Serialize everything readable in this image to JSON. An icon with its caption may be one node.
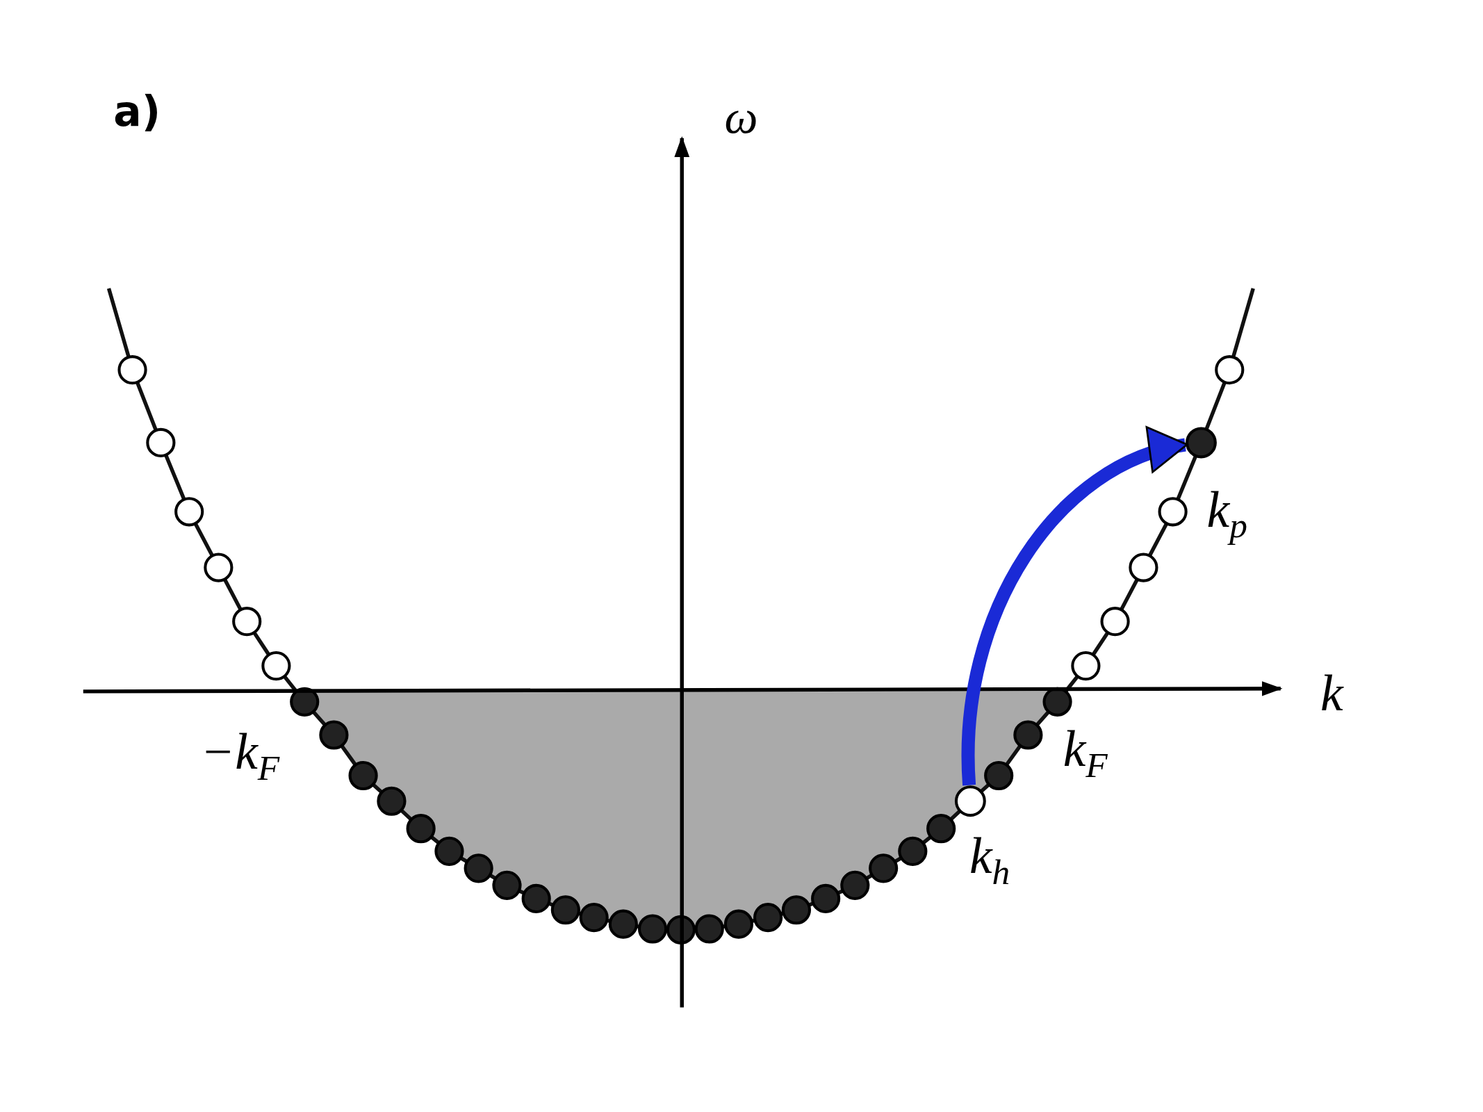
{
  "diagram": {
    "nodes": [
      {
        "text": [],
        "shape": "circle",
        "beside": [
          "*k*$_{h}$"
        ]
      },
      {
        "text": [],
        "shape": "circle",
        "beside": [
          "*k*$_{p}$"
        ]
      }
    ],
    "edges": [
      {
        "from": 0,
        "to": 1,
        "arrow": "to",
        "color": "#1a2ad6"
      }
    ],
    "labels": [
      "a)",
      "ω",
      "k",
      "−*k*$_{F}$",
      "*k*$_{F}$"
    ]
  }
}
